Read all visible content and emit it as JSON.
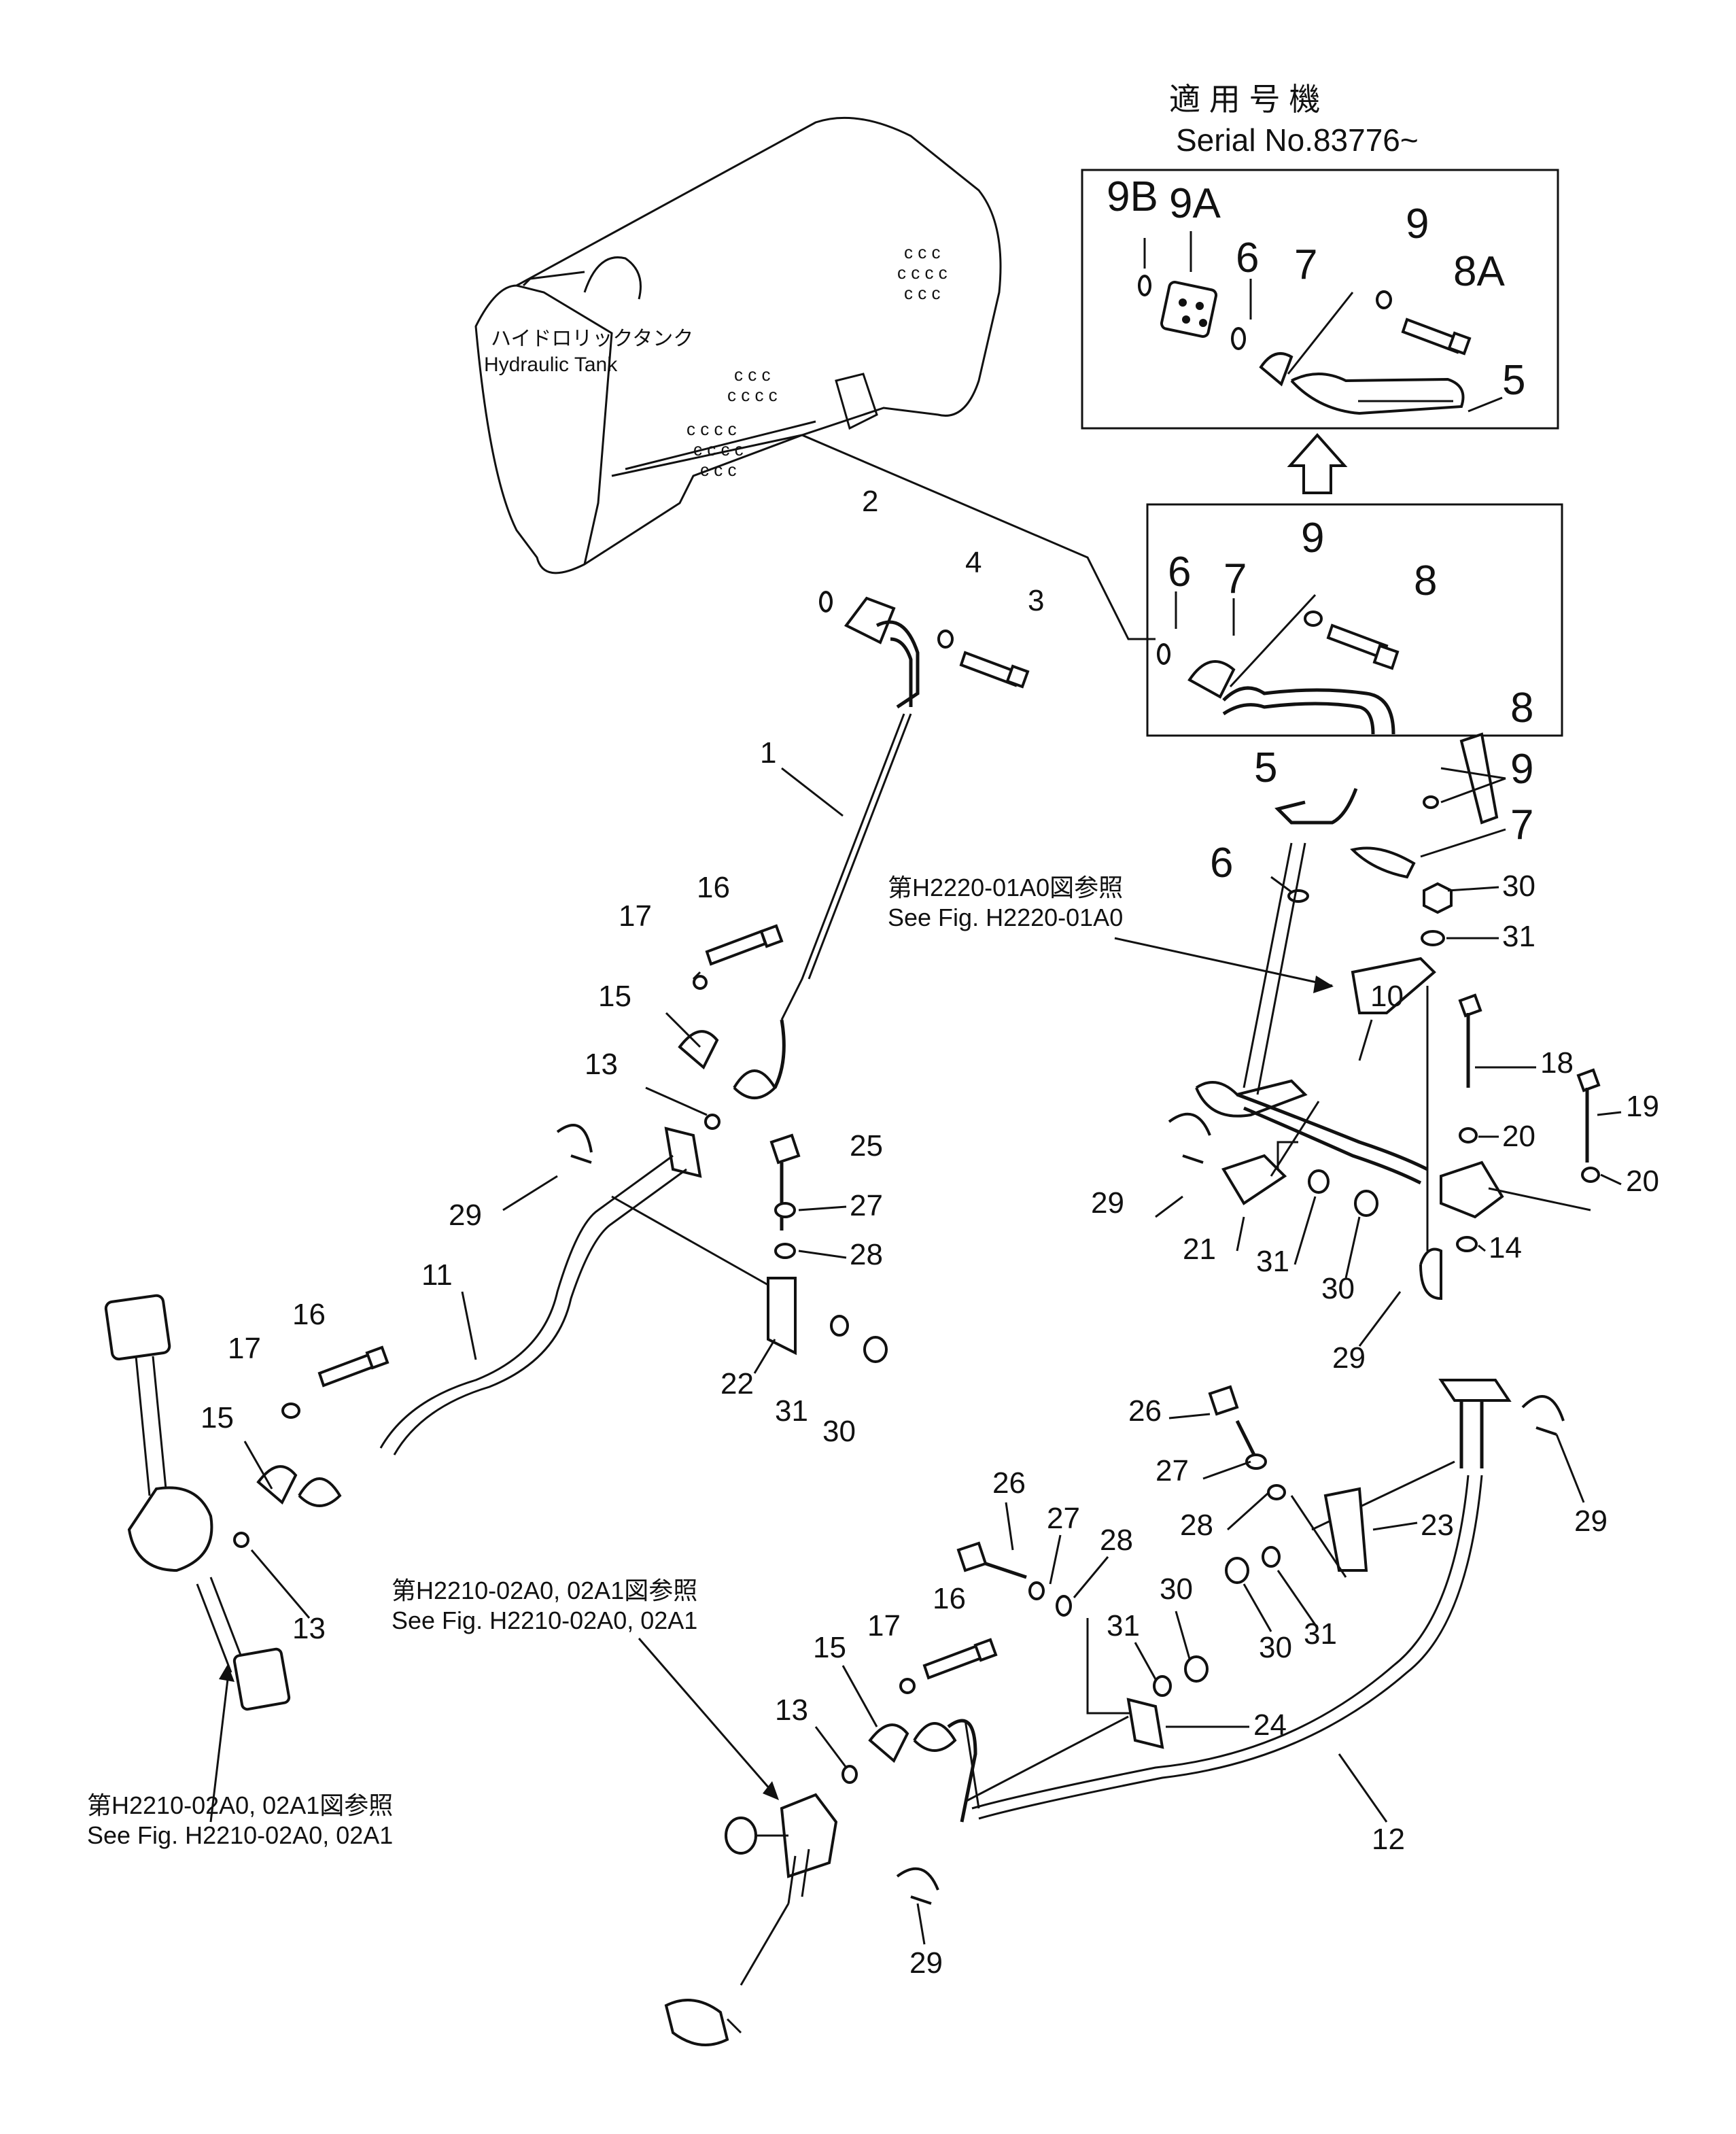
{
  "header": {
    "applicability_jp": "適 用 号 機",
    "serial": "Serial  No.83776~"
  },
  "tank": {
    "label_jp": "ハイドロリックタンク",
    "label_en": "Hydraulic  Tank"
  },
  "references": {
    "h2220_jp": "第H2220-01A0図参照",
    "h2220_en": "See Fig. H2220-01A0",
    "h2210_mid_jp": "第H2210-02A0, 02A1図参照",
    "h2210_mid_en": "See Fig. H2210-02A0, 02A1",
    "h2210_left_jp": "第H2210-02A0, 02A1図参照",
    "h2210_left_en": "See Fig. H2210-02A0, 02A1"
  },
  "callouts": {
    "top_box": [
      "9B",
      "9A",
      "6",
      "7",
      "9",
      "8A",
      "5"
    ],
    "mid_box": [
      "6",
      "7",
      "9",
      "8",
      "5"
    ],
    "right": [
      "8",
      "9",
      "7",
      "6",
      "30",
      "31",
      "10",
      "18",
      "19",
      "20",
      "20",
      "14",
      "29",
      "21",
      "31",
      "30",
      "29"
    ],
    "left_upper": [
      "2",
      "4",
      "3",
      "1",
      "16",
      "17",
      "15",
      "13",
      "25",
      "27",
      "28",
      "29",
      "11",
      "22",
      "31",
      "30"
    ],
    "left_lower": [
      "16",
      "17",
      "15",
      "13"
    ],
    "lower": [
      "26",
      "27",
      "28",
      "23",
      "29",
      "26",
      "27",
      "28",
      "16",
      "17",
      "15",
      "13",
      "30",
      "31",
      "30",
      "31",
      "24",
      "12",
      "29"
    ]
  }
}
